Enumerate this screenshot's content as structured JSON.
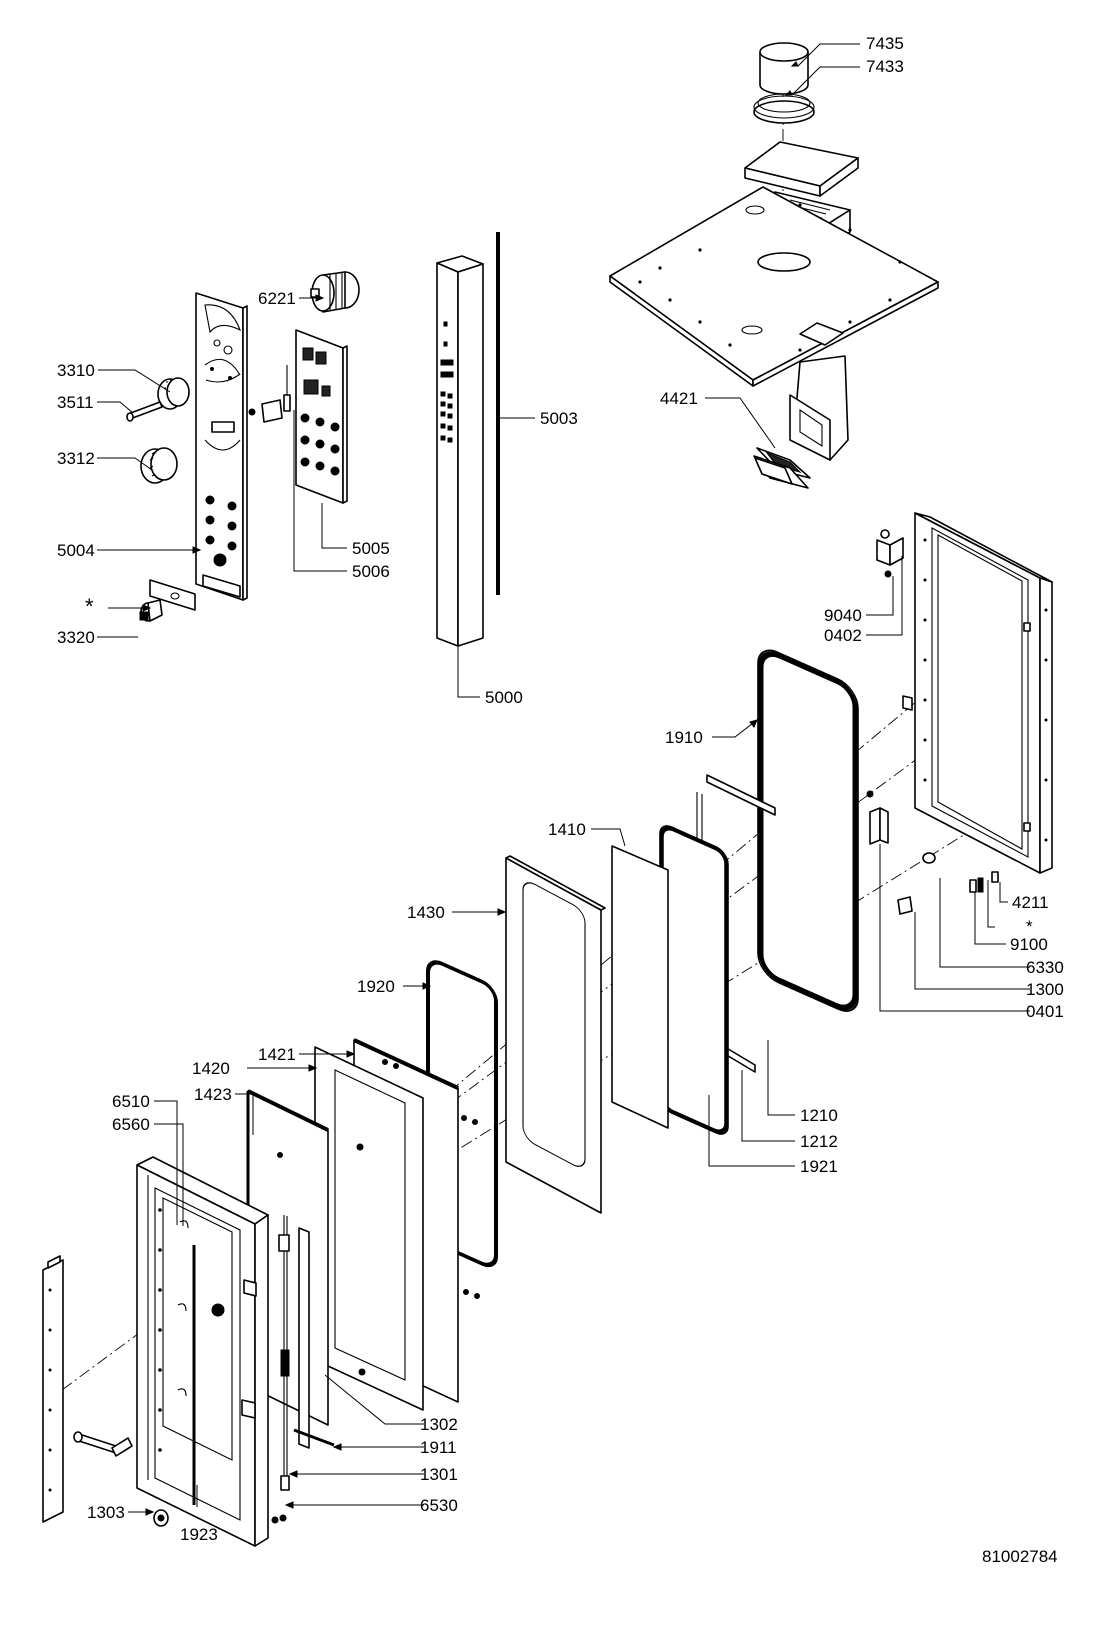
{
  "drawing_number": "81002784",
  "labels": {
    "p7435": "7435",
    "p7433": "7433",
    "p6221": "6221",
    "p3310": "3310",
    "p3511": "3511",
    "p3312": "3312",
    "p5004": "5004",
    "p5005": "5005",
    "p5006": "5006",
    "star1": "*",
    "p3320": "3320",
    "p5003": "5003",
    "p5000": "5000",
    "p4421": "4421",
    "p9040": "9040",
    "p0402": "0402",
    "p1910": "1910",
    "p1410": "1410",
    "p1430": "1430",
    "p4211": "4211",
    "star2": "*",
    "p9100": "9100",
    "p6330": "6330",
    "p1300": "1300",
    "p0401": "0401",
    "p1920": "1920",
    "p1421": "1421",
    "p1420": "1420",
    "p1423": "1423",
    "p6510": "6510",
    "p6560": "6560",
    "p1210": "1210",
    "p1212": "1212",
    "p1921": "1921",
    "p1302": "1302",
    "p1911": "1911",
    "p1301": "1301",
    "p6530": "6530",
    "p1303": "1303",
    "p1923": "1923"
  }
}
